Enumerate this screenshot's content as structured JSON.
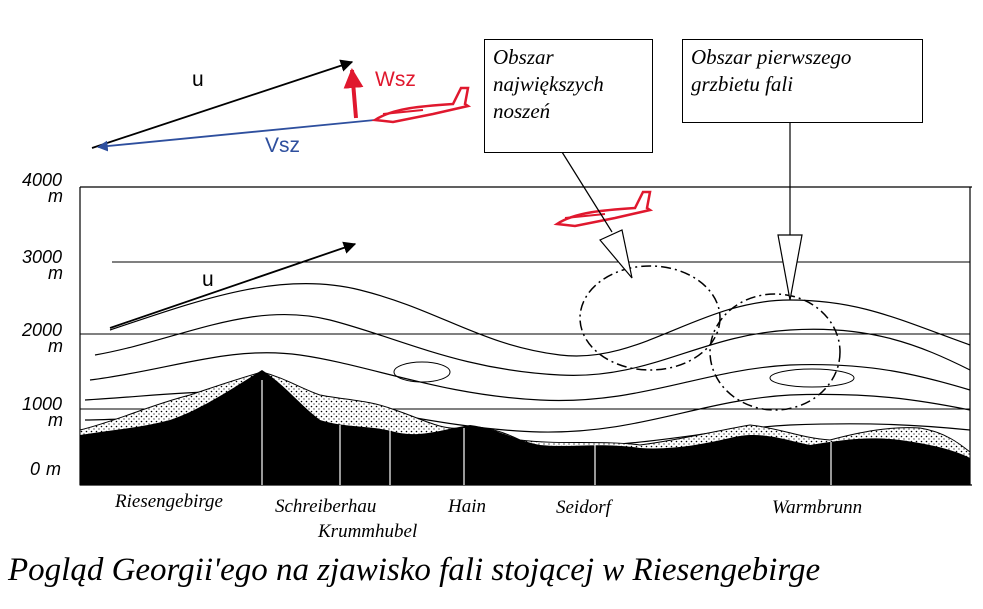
{
  "caption": "Pogląd Georgii'ego na  zjawisko fali stojącej  w Riesengebirge",
  "vector_diagram": {
    "u_label": "u",
    "wsz_label": "Wsz",
    "vsz_label": "Vsz"
  },
  "profile_u_label": "u",
  "altitude_labels": [
    {
      "value": "4000",
      "unit": "m"
    },
    {
      "value": "3000",
      "unit": "m"
    },
    {
      "value": "2000",
      "unit": "m"
    },
    {
      "value": "1000",
      "unit": "m"
    },
    {
      "value": "0",
      "unit": "m"
    }
  ],
  "callouts": {
    "max_lift": [
      "Obszar",
      "największych",
      "noszeń"
    ],
    "first_crest": [
      "Obszar  pierwszego",
      "grzbietu fali"
    ]
  },
  "places": {
    "riesengebirge": "Riesengebirge",
    "schreiberhau": "Schreiberhau",
    "krummhubel": "Krummhubel",
    "hain": "Hain",
    "seidorf": "Seidorf",
    "warmbrunn": "Warmbrunn"
  },
  "colors": {
    "wsz_red": "#e0182e",
    "vsz_blue": "#2e4f9e",
    "terrain": "#000000",
    "glider_red": "#e0182e"
  }
}
